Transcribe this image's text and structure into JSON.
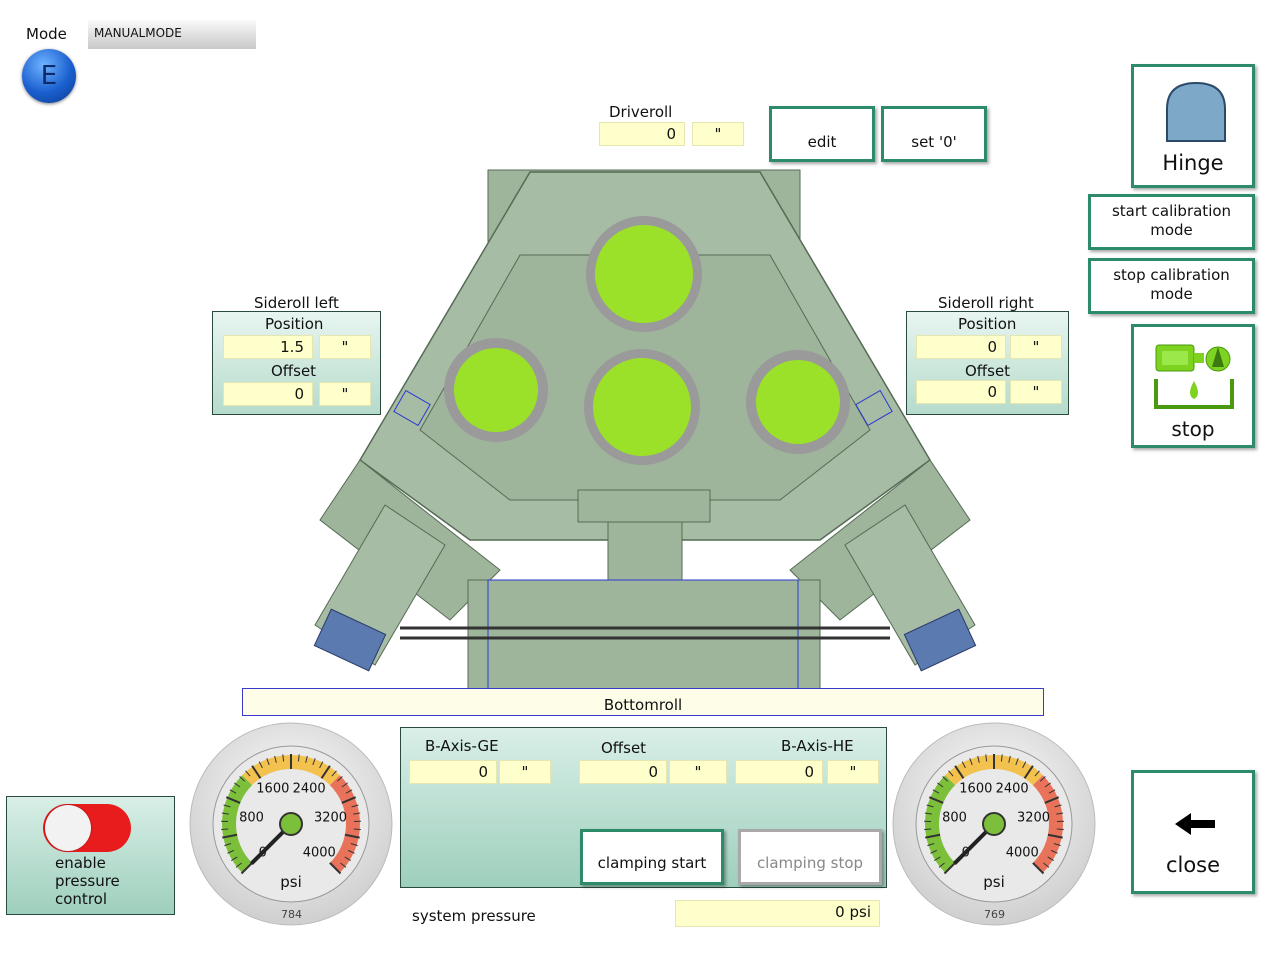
{
  "mode": {
    "label": "Mode",
    "indicator": "E",
    "value": "MANUALMODE"
  },
  "driveroll": {
    "label": "Driveroll",
    "value": "0",
    "unit": "\""
  },
  "buttons": {
    "edit": "edit",
    "set_zero": "set '0'",
    "hinge": "Hinge",
    "start_calibration": "start calibration mode",
    "stop_calibration": "stop calibration mode",
    "stop": "stop",
    "close": "close",
    "clamping_start": "clamping start",
    "clamping_stop": "clamping stop"
  },
  "siderolls": {
    "left": {
      "title": "Sideroll left",
      "position_label": "Position",
      "position": "1.5",
      "position_unit": "\"",
      "offset_label": "Offset",
      "offset": "0",
      "offset_unit": "\""
    },
    "right": {
      "title": "Sideroll right",
      "position_label": "Position",
      "position": "0",
      "position_unit": "\"",
      "offset_label": "Offset",
      "offset": "0",
      "offset_unit": "\""
    }
  },
  "bottomroll": {
    "label": "Bottomroll"
  },
  "axis_panel": {
    "ge_label": "B-Axis-GE",
    "ge_value": "0",
    "ge_unit": "\"",
    "offset_label": "Offset",
    "offset_value": "0",
    "offset_unit": "\"",
    "he_label": "B-Axis-HE",
    "he_value": "0",
    "he_unit": "\""
  },
  "pressure_toggle": {
    "label": "enable pressure control",
    "state": "off"
  },
  "system_pressure": {
    "label": "system pressure",
    "value": "0 psi"
  },
  "gauges": [
    {
      "ticks": [
        "0",
        "800",
        "1600",
        "2400",
        "3200",
        "4000"
      ],
      "unit": "psi",
      "value": 0,
      "readout": "784"
    },
    {
      "ticks": [
        "0",
        "800",
        "1600",
        "2400",
        "3200",
        "4000"
      ],
      "unit": "psi",
      "value": 0,
      "readout": "769"
    }
  ],
  "colors": {
    "accent": "#2e8b6a",
    "field_bg": "#ffffcc",
    "machine": "#9eb59c",
    "roll": "#9be12a",
    "toggle_on": "#e81c1c"
  },
  "icons": {
    "mode": "mode-e-icon",
    "hinge": "hinge-icon",
    "pump": "hydraulic-pump-icon",
    "close": "arrow-left-icon"
  }
}
